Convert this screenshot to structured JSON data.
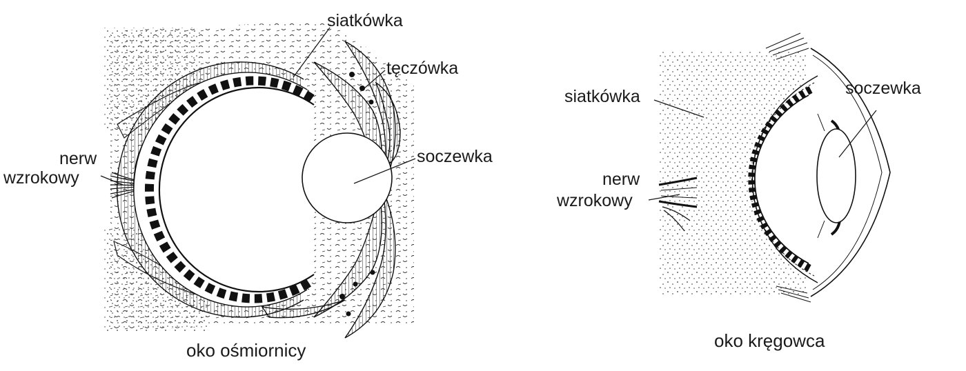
{
  "octopus_eye": {
    "caption": "oko ośmiornicy",
    "labels": {
      "retina": "siatkówka",
      "iris": "tęczówka",
      "lens": "soczewka",
      "optic_nerve_line1": "nerw",
      "optic_nerve_line2": "wzrokowy"
    }
  },
  "vertebrate_eye": {
    "caption": "oko kręgowca",
    "labels": {
      "retina": "siatkówka",
      "lens": "soczewka",
      "optic_nerve_line1": "nerw",
      "optic_nerve_line2": "wzrokowy"
    }
  },
  "colors": {
    "ink": "#1a1a1a",
    "background": "#ffffff"
  }
}
